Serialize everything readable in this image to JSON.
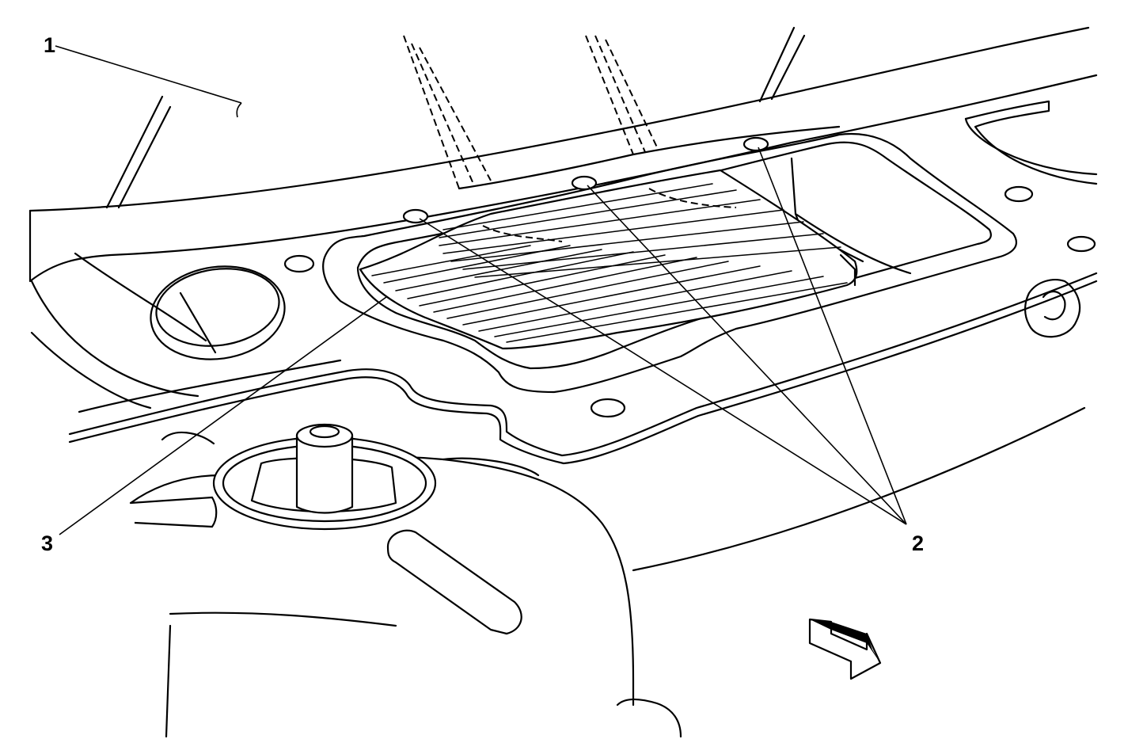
{
  "callouts": {
    "c1": "1",
    "c2": "2",
    "c3": "3"
  },
  "icons": {
    "direction": "forward-arrow-icon"
  }
}
